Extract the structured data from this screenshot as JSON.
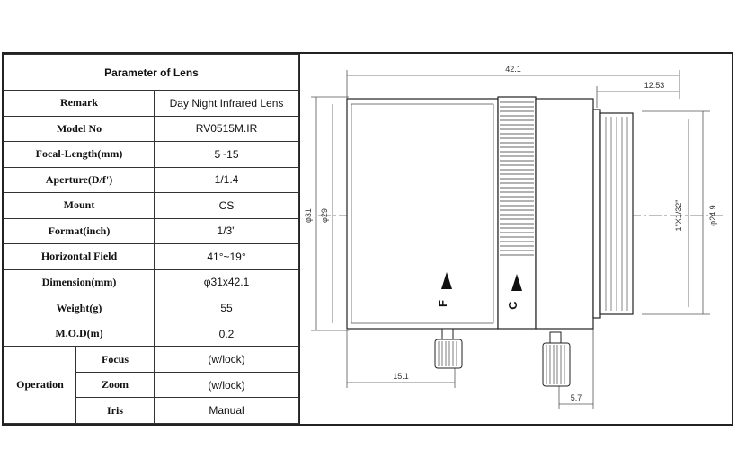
{
  "table": {
    "title": "Parameter of Lens",
    "rows": [
      {
        "label": "Remark",
        "value": "Day Night Infrared  Lens"
      },
      {
        "label": "Model No",
        "value": "RV0515M.IR"
      },
      {
        "label": "Focal-Length(mm)",
        "value": "5~15"
      },
      {
        "label": "Aperture(D/f')",
        "value": "1/1.4"
      },
      {
        "label": "Mount",
        "value": "CS"
      },
      {
        "label": "Format(inch)",
        "value": "1/3\""
      },
      {
        "label": "Horizontal Field",
        "value": "41°~19°"
      },
      {
        "label": "Dimension(mm)",
        "value": "φ31x42.1"
      },
      {
        "label": "Weight(g)",
        "value": "55"
      },
      {
        "label": "M.O.D(m)",
        "value": "0.2"
      }
    ],
    "operation": {
      "label": "Operation",
      "items": [
        {
          "label": "Focus",
          "value": "(w/lock)"
        },
        {
          "label": "Zoom",
          "value": "(w/lock)"
        },
        {
          "label": "Iris",
          "value": "Manual"
        }
      ]
    }
  },
  "drawing": {
    "dim_total_length": "42.1",
    "dim_mount_length": "12.53",
    "dim_outer_diameter": "φ31",
    "dim_body_diameter": "φ29",
    "dim_thread": "1\"X1/32\"",
    "dim_rear_diameter": "φ24.9",
    "dim_focus_screw": "15.1",
    "dim_rear_offset": "5.7",
    "label_focus": "F",
    "label_zoom": "C"
  }
}
